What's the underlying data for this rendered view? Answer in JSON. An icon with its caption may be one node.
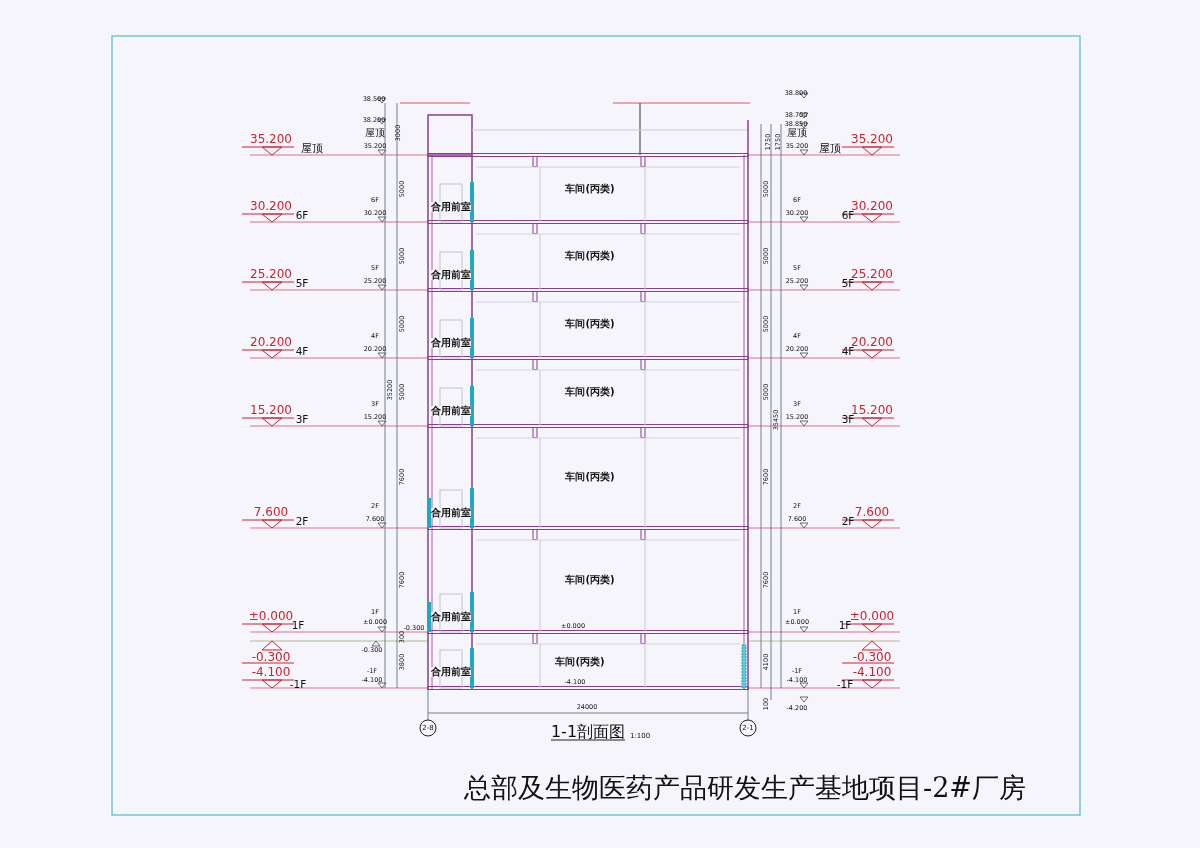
{
  "diagram": {
    "title": "总部及生物医药产品研发生产基地项目-2#厂房",
    "caption": "1-1剖面图",
    "labels": [
      "38.500",
      "38.200",
      "38.800",
      "38.700",
      "38.850",
      "35.200",
      "屋顶",
      "屋顶",
      "35.200",
      "屋顶",
      "35.200",
      "屋顶",
      "35.200",
      "3000",
      "1750",
      "1750",
      "5000",
      "合用前室",
      "车间(丙类)",
      "5000",
      "30.200",
      "6F",
      "6F",
      "30.200",
      "6F",
      "30.200",
      "6F",
      "30.200",
      "5000",
      "合用前室",
      "车间(丙类)",
      "5000",
      "25.200",
      "5F",
      "5F",
      "25.200",
      "5F",
      "25.200",
      "5F",
      "25.200",
      "5000",
      "合用前室",
      "车间(丙类)",
      "5000",
      "20.200",
      "4F",
      "4F",
      "20.200",
      "4F",
      "20.200",
      "4F",
      "20.200",
      "35200",
      "5000",
      "合用前室",
      "车间(丙类)",
      "5000",
      "35450",
      "15.200",
      "3F",
      "3F",
      "15.200",
      "3F",
      "15.200",
      "3F",
      "15.200",
      "7600",
      "合用前室",
      "车间(丙类)",
      "7600",
      "7.600",
      "2F",
      "2F",
      "7.600",
      "2F",
      "7.600",
      "2F",
      "7.600",
      "7600",
      "合用前室",
      "车间(丙类)",
      "7600",
      "±0.000",
      "1F",
      "1F",
      "±0.000",
      "300",
      "-0.300",
      "±0.000",
      "1F",
      "±0.000",
      "1F",
      "±0.000",
      "-0.300",
      "-0.300",
      "-0.300",
      "3800",
      "合用前室",
      "车间(丙类)",
      "4100",
      "-4.100",
      "-1F",
      "-1F",
      "-4.100",
      "-4.100",
      "-1F",
      "-4.100",
      "-1F",
      "-4.100",
      "24000",
      "100",
      "-4.200",
      "2-8",
      "2-1",
      "1:100"
    ]
  }
}
